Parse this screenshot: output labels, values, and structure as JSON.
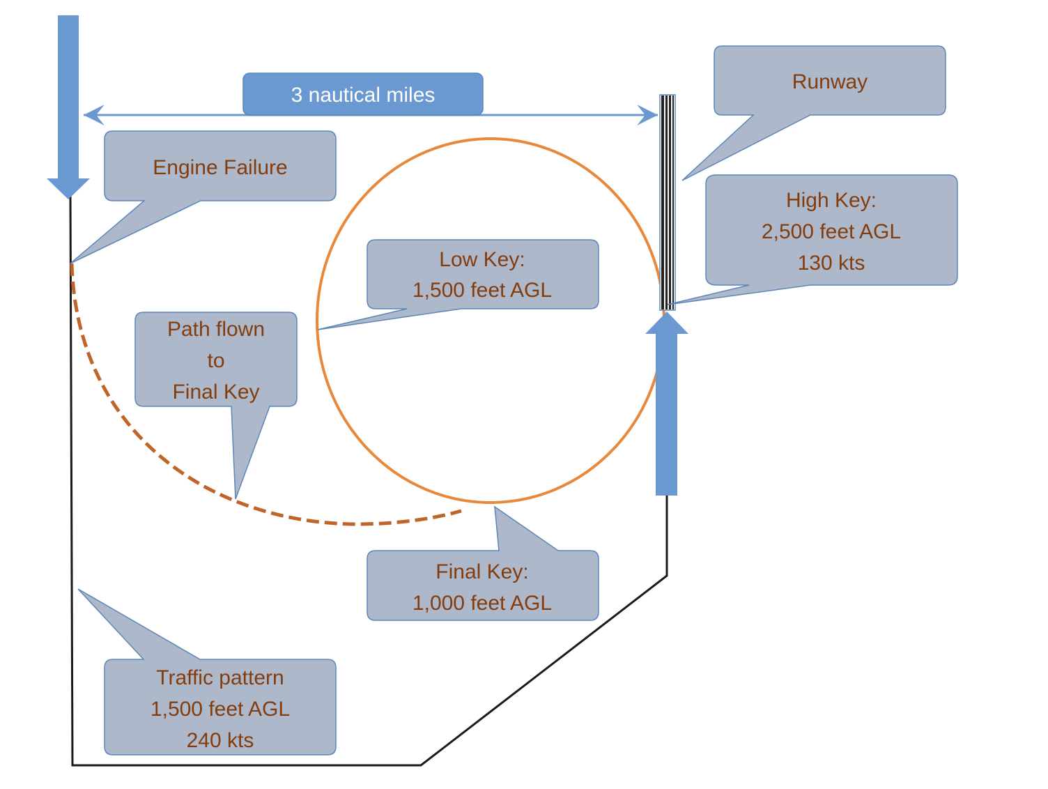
{
  "diagram": {
    "colors": {
      "callout_fill": "#adb9ca",
      "callout_border": "#5b86b8",
      "callout_text": "#843c0c",
      "arrow_blue": "#6a98d0",
      "orbit_orange": "#e8883a",
      "path_brown": "#c0652a",
      "traffic_line": "#1a1a1a"
    },
    "distance_label": "3 nautical miles",
    "callouts": {
      "runway": [
        "Runway"
      ],
      "engine_failure": [
        "Engine Failure"
      ],
      "high_key": [
        "High Key:",
        "2,500 feet AGL",
        "130 kts"
      ],
      "low_key": [
        "Low Key:",
        "1,500 feet AGL"
      ],
      "path_flown": [
        "Path flown",
        "to",
        "Final Key"
      ],
      "final_key": [
        "Final Key:",
        "1,000 feet AGL"
      ],
      "traffic_pattern": [
        "Traffic pattern",
        "1,500 feet AGL",
        "240 kts"
      ]
    }
  }
}
